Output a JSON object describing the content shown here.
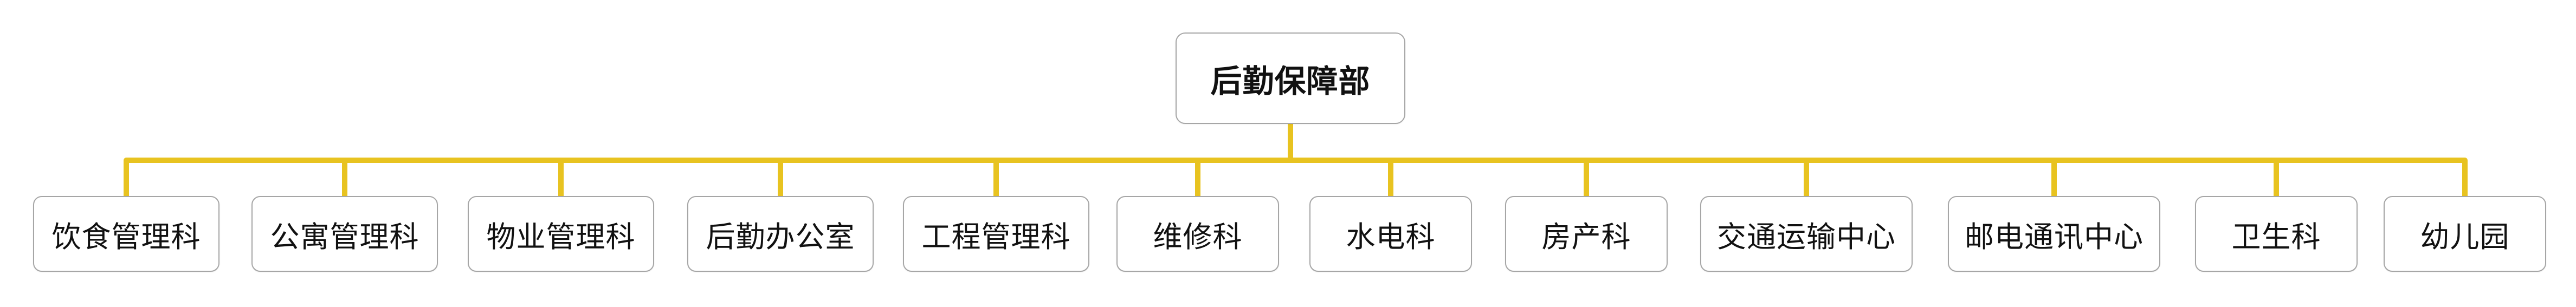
{
  "diagram": {
    "type": "org-chart",
    "root": {
      "label": "后勤保障部"
    },
    "children": [
      {
        "label": "饮食管理科"
      },
      {
        "label": "公寓管理科"
      },
      {
        "label": "物业管理科"
      },
      {
        "label": "后勤办公室"
      },
      {
        "label": "工程管理科"
      },
      {
        "label": "维修科"
      },
      {
        "label": "水电科"
      },
      {
        "label": "房产科"
      },
      {
        "label": "交通运输中心"
      },
      {
        "label": "邮电通讯中心"
      },
      {
        "label": "卫生科"
      },
      {
        "label": "幼儿园"
      }
    ],
    "colors": {
      "connector": "#e8c320",
      "node_border": "#a6a6a6",
      "node_background": "#ffffff",
      "node_text": "#111111",
      "canvas_background": "#ffffff"
    }
  }
}
